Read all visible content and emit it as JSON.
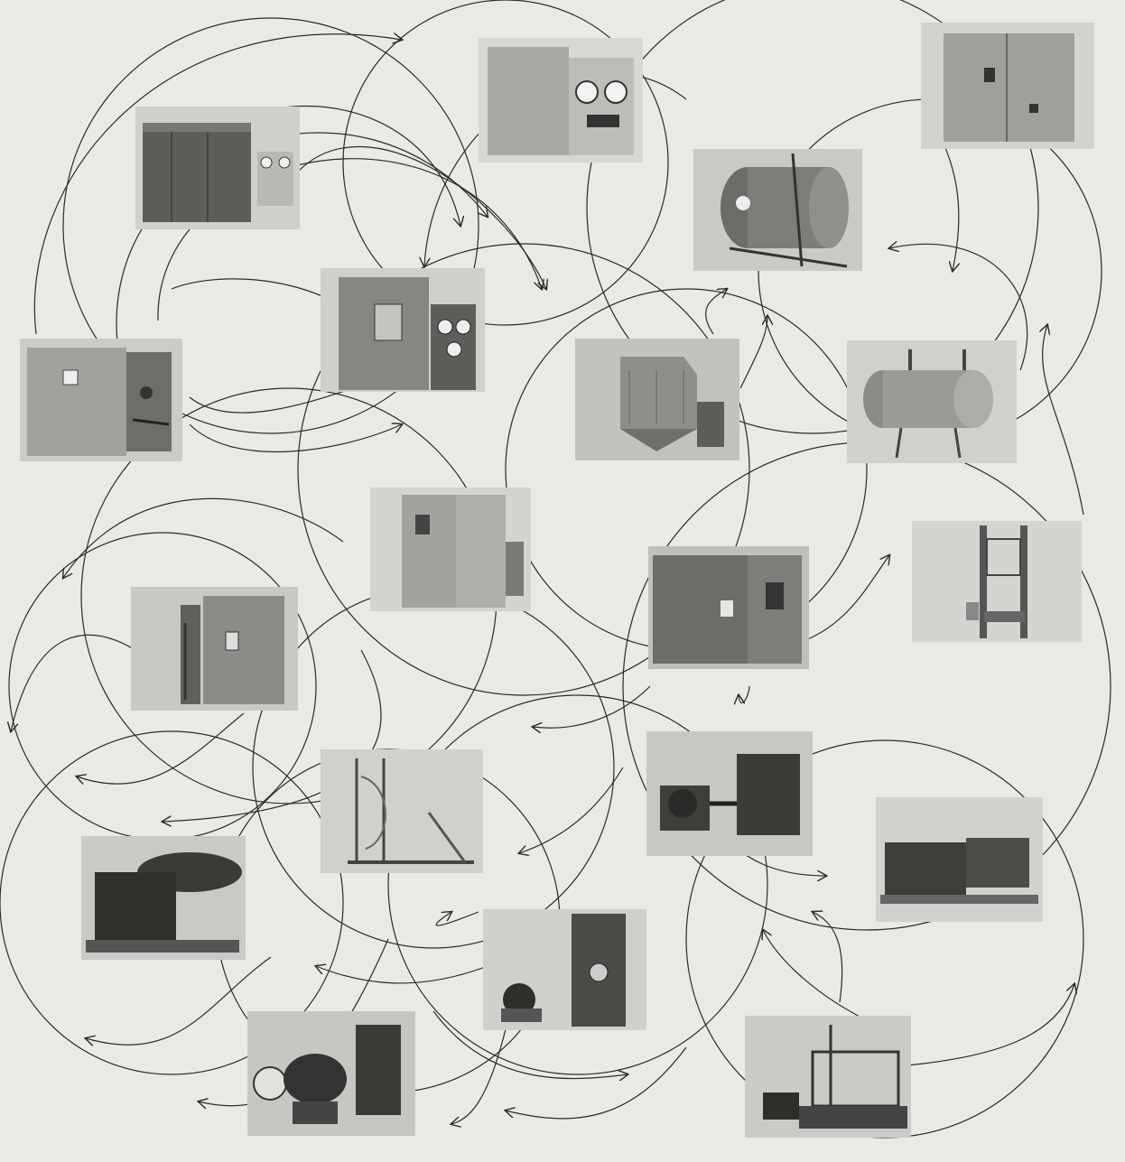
{
  "colors": {
    "page": "#e9e9e6",
    "line": "#2a2a2a",
    "photo_bg": "#cfcfcb",
    "equipment_dark": "#5d5d5a",
    "equipment_mid": "#8c8c88",
    "equipment_light": "#b9b9b4"
  },
  "photos": [
    {
      "id": "test-chamber-with-control-panel",
      "icon": "walk-in-chamber-icon"
    },
    {
      "id": "chamber-with-dual-gauges",
      "icon": "gauge-cabinet-icon"
    },
    {
      "id": "tall-cabinet-chamber",
      "icon": "tall-cabinet-icon"
    },
    {
      "id": "cylindrical-vacuum-chamber-frame",
      "icon": "vacuum-drum-icon"
    },
    {
      "id": "side-door-chamber",
      "icon": "side-door-chamber-icon"
    },
    {
      "id": "chamber-with-gauge-panel",
      "icon": "gauge-panel-chamber-icon"
    },
    {
      "id": "dust-collector-hood",
      "icon": "dust-hood-icon"
    },
    {
      "id": "horizontal-pressure-tank",
      "icon": "pressure-tank-icon"
    },
    {
      "id": "double-door-cabinet",
      "icon": "double-door-cabinet-icon"
    },
    {
      "id": "vertical-drop-tester",
      "icon": "drop-tester-icon"
    },
    {
      "id": "standing-chamber-with-pipes",
      "icon": "piped-chamber-icon"
    },
    {
      "id": "walk-in-room-chamber",
      "icon": "room-chamber-icon"
    },
    {
      "id": "vibration-table-rig",
      "icon": "vibration-rig-icon"
    },
    {
      "id": "motor-and-cabinet",
      "icon": "motor-cabinet-icon"
    },
    {
      "id": "round-table-machine",
      "icon": "round-table-icon"
    },
    {
      "id": "low-shaker-units",
      "icon": "shaker-units-icon"
    },
    {
      "id": "control-cabinet-with-fixture",
      "icon": "control-cabinet-icon"
    },
    {
      "id": "centrifuge-with-cabinet",
      "icon": "centrifuge-icon"
    },
    {
      "id": "shaker-frame-rig",
      "icon": "shaker-frame-icon"
    }
  ]
}
